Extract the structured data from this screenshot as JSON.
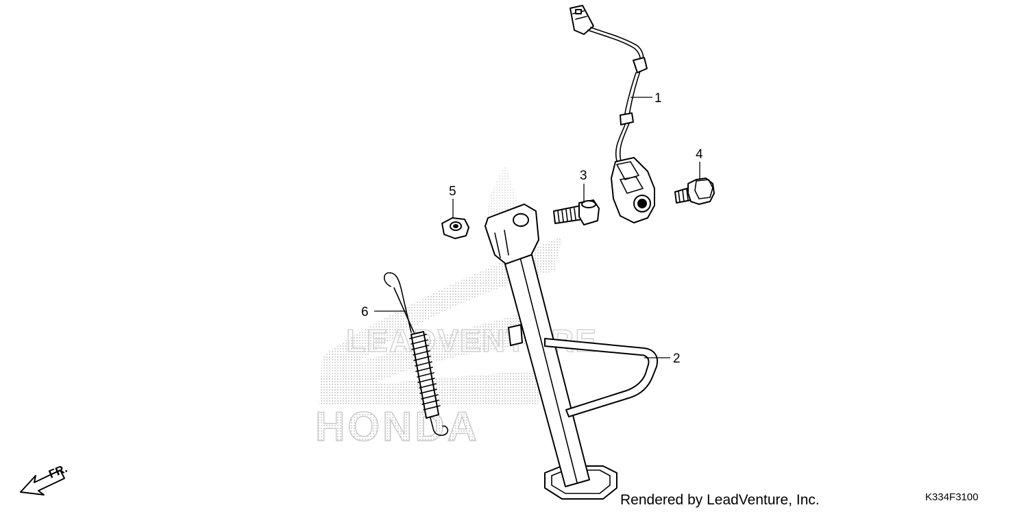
{
  "watermark": {
    "brand_text": "HONDA",
    "dealer_text": "LEADVENTURE"
  },
  "callouts": [
    {
      "id": "1",
      "label": "1",
      "part": "side-stand-switch"
    },
    {
      "id": "2",
      "label": "2",
      "part": "side-stand"
    },
    {
      "id": "3",
      "label": "3",
      "part": "pivot-bolt"
    },
    {
      "id": "4",
      "label": "4",
      "part": "flange-bolt"
    },
    {
      "id": "5",
      "label": "5",
      "part": "nut"
    },
    {
      "id": "6",
      "label": "6",
      "part": "spring"
    }
  ],
  "direction_indicator": {
    "label": "FR."
  },
  "footer": {
    "rendered_by": "Rendered by LeadVenture, Inc.",
    "diagram_code": "K334F3100"
  },
  "colors": {
    "line": "#000000",
    "watermark": "#c8c8c8",
    "background": "#ffffff"
  }
}
